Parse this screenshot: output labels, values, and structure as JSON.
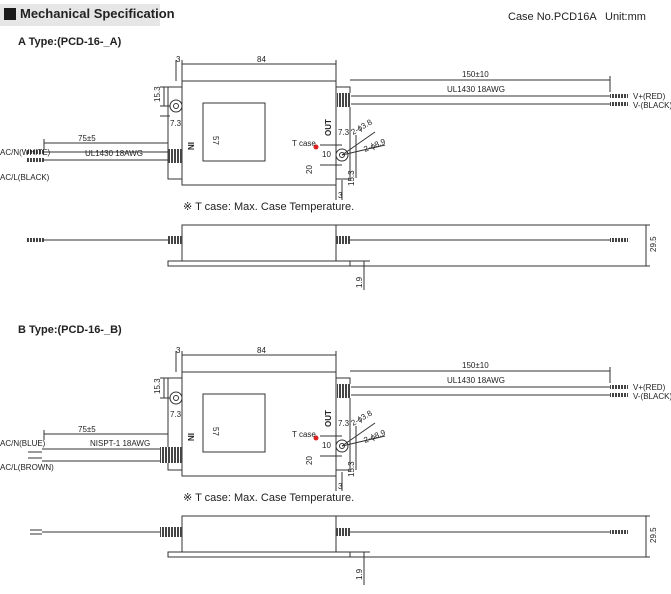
{
  "header": {
    "title": "Mechanical Specification",
    "case_no": "Case No.PCD16A",
    "unit": "Unit:mm"
  },
  "types": [
    {
      "label": "A Type:(PCD-16-_A)",
      "dim_width": "84",
      "dim_edge": "3",
      "dim_top_hole": "15.3",
      "dim_hole_inner": "7.3",
      "dim_height": "57",
      "in_label": "IN",
      "out_label": "OUT",
      "dim_out_10": "10",
      "dim_out_20": "20",
      "dim_out_73": "7.3",
      "dim_out_153": "15.3",
      "dim_out_3": "3",
      "hole_a": "2-ϕ3.8",
      "hole_b": "2-ϕ8.9",
      "tcase_label": "T case",
      "out_cable_len": "150±10",
      "out_cable_spec": "UL1430 18AWG",
      "out_pos": "V+(RED)",
      "out_neg": "V-(BLACK)",
      "in_cable_len": "75±5",
      "in_cable_spec": "UL1430 18AWG",
      "in_n": "AC/N(WHITE)",
      "in_l": "AC/L(BLACK)",
      "note": "※ T case: Max. Case Temperature.",
      "side_height": "29.5",
      "side_flange": "1.9"
    },
    {
      "label": "B Type:(PCD-16-_B)",
      "dim_width": "84",
      "dim_edge": "3",
      "dim_top_hole": "15.3",
      "dim_hole_inner": "7.3",
      "dim_height": "57",
      "in_label": "IN",
      "out_label": "OUT",
      "dim_out_10": "10",
      "dim_out_20": "20",
      "dim_out_73": "7.3",
      "dim_out_153": "15.3",
      "dim_out_3": "3",
      "hole_a": "2-ϕ3.8",
      "hole_b": "2-ϕ8.9",
      "tcase_label": "T case",
      "out_cable_len": "150±10",
      "out_cable_spec": "UL1430 18AWG",
      "out_pos": "V+(RED)",
      "out_neg": "V-(BLACK)",
      "in_cable_len": "75±5",
      "in_cable_spec": "NISPT-1 18AWG",
      "in_n": "AC/N(BLUE)",
      "in_l": "AC/L(BROWN)",
      "note": "※ T case: Max. Case Temperature.",
      "side_height": "29.5",
      "side_flange": "1.9"
    }
  ],
  "colors": {
    "tcase_dot": "#e02020",
    "line": "#333333"
  }
}
